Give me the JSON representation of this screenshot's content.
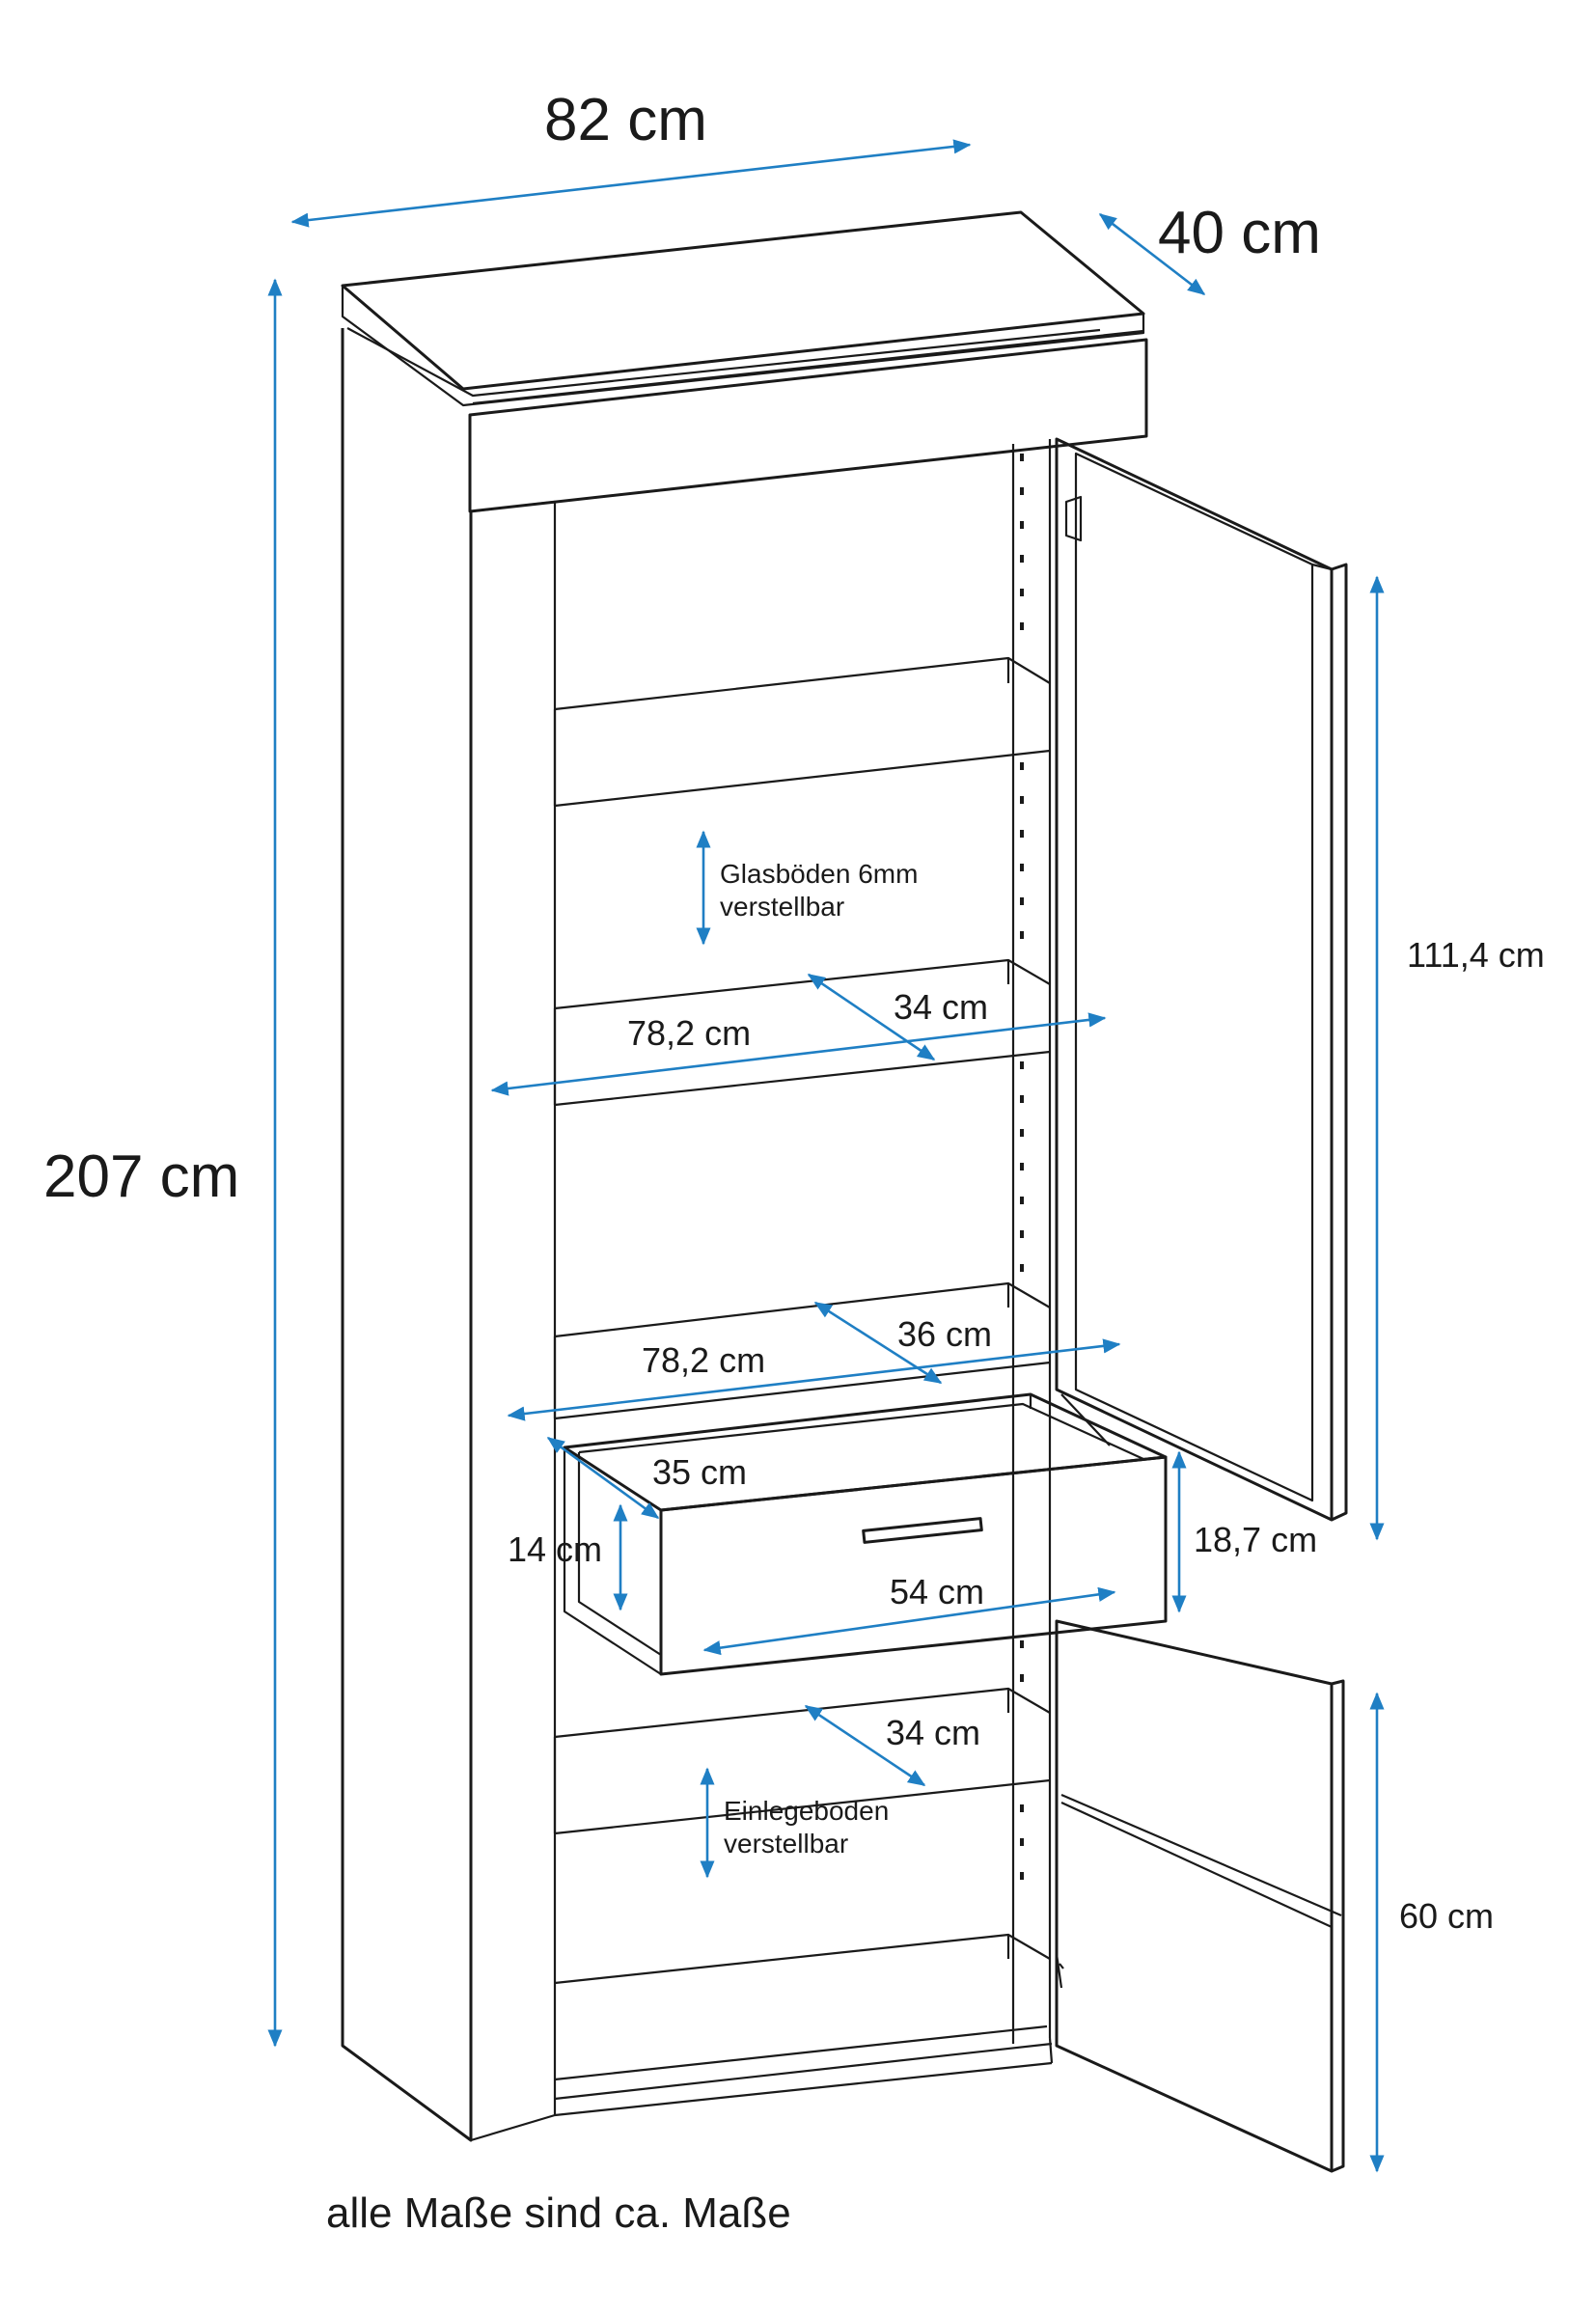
{
  "dimensions": {
    "width": "82 cm",
    "depth": "40 cm",
    "height": "207 cm",
    "upper_door_height": "111,4 cm",
    "lower_door_height": "60 cm",
    "upper_shelf_width": "78,2 cm",
    "upper_shelf_depth": "34 cm",
    "middle_shelf_width": "78,2 cm",
    "middle_shelf_depth": "36 cm",
    "drawer_depth": "35 cm",
    "drawer_inner_height": "14 cm",
    "drawer_front_height": "18,7 cm",
    "drawer_width": "54 cm",
    "lower_shelf_depth": "34 cm"
  },
  "notes": {
    "glass_shelves_line1": "Glasböden 6mm",
    "glass_shelves_line2": "verstellbar",
    "insert_shelf_line1": "Einlegeboden",
    "insert_shelf_line2": "verstellbar"
  },
  "footer": "alle Maße sind ca. Maße",
  "colors": {
    "dimension_line": "#1f7fc4",
    "outline": "#1a1a1a"
  }
}
